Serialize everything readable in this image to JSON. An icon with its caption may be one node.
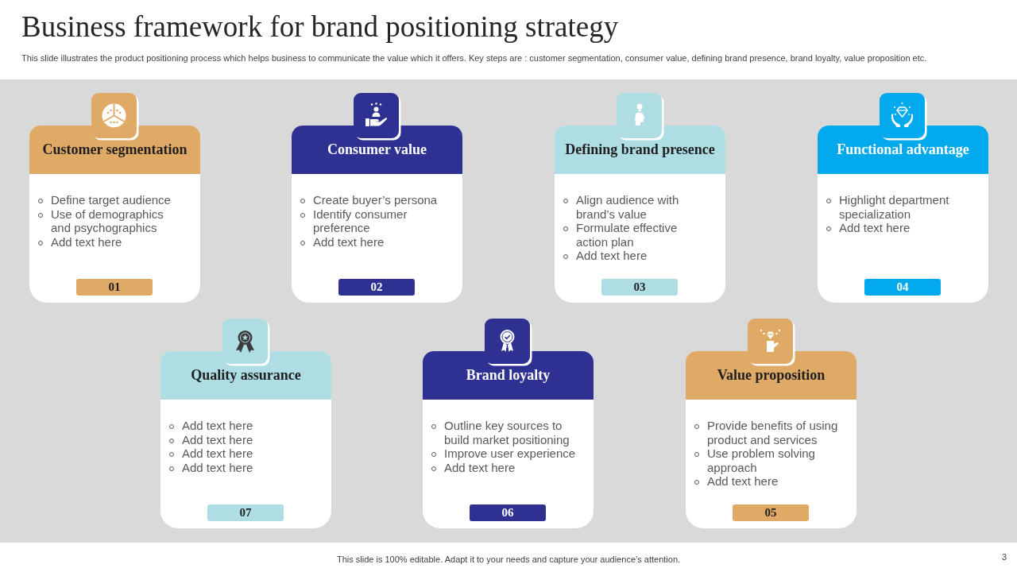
{
  "diagram": {
    "title": "Business framework for brand positioning strategy",
    "nodes": [
      {
        "text": [
          "Customer segmentation",
          "Define target audience",
          "Use of demographics and psychographics",
          "Add text here"
        ]
      },
      {
        "text": [
          "01"
        ],
        "in": 0
      },
      {
        "text": [
          "Consumer value",
          "Create buyer’s persona",
          "Identify consumer preference",
          "Add text here"
        ]
      },
      {
        "text": [
          "02"
        ],
        "in": 2
      },
      {
        "text": [
          "Defining brand presence",
          "Align audience with brand’s value",
          "Formulate effective action plan",
          "Add text here"
        ]
      },
      {
        "text": [
          "03"
        ],
        "in": 4
      },
      {
        "text": [
          "Functional advantage",
          "Highlight department specialization",
          "Add text here"
        ]
      },
      {
        "text": [
          "04"
        ],
        "in": 6
      },
      {
        "text": [
          "Quality assurance",
          "Add text here",
          "Add text here",
          "Add text here",
          "Add text here"
        ]
      },
      {
        "text": [
          "07"
        ],
        "in": 8
      },
      {
        "text": [
          "Brand loyalty",
          "Outline key sources to build market positioning",
          "Improve user experience",
          "Add text here"
        ]
      },
      {
        "text": [
          "06"
        ],
        "in": 10
      },
      {
        "text": [
          "Value proposition",
          "Provide benefits of using product and services",
          "Use problem solving approach",
          "Add text here"
        ]
      },
      {
        "text": [
          "05"
        ],
        "in": 12
      }
    ],
    "labels": [
      "This slide illustrates the product positioning process which helps business to communicate the value which it offers. Key steps are : customer segmentation, consumer value, defining brand presence, brand loyalty, value proposition etc.",
      "This slide is 100% editable. Adapt it to your needs and capture your audience’s attention.",
      "3"
    ]
  }
}
